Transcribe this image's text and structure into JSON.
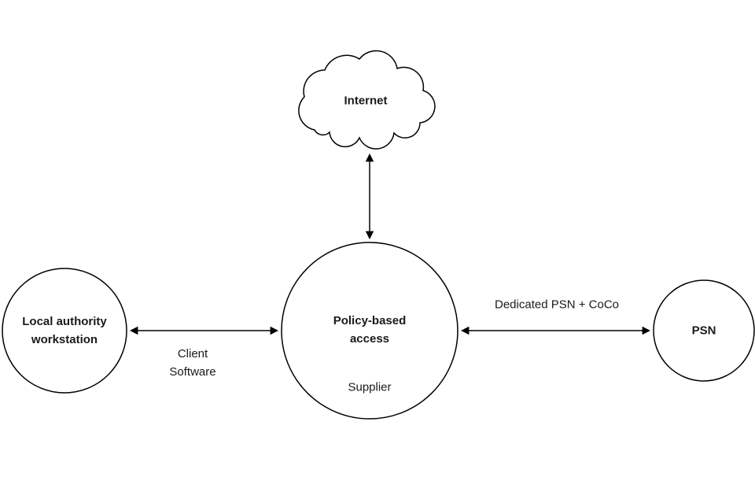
{
  "colors": {
    "stroke": "#000000",
    "text": "#1a1a1a",
    "background": "#ffffff"
  },
  "nodes": {
    "internet": {
      "shape": "cloud",
      "label": "Internet"
    },
    "local_authority_workstation": {
      "shape": "circle",
      "lines": [
        "Local authority",
        "workstation"
      ]
    },
    "policy_based_access": {
      "shape": "circle",
      "lines": [
        "Policy-based",
        "access"
      ],
      "sublabel": "Supplier"
    },
    "psn": {
      "shape": "circle",
      "label": "PSN"
    }
  },
  "edges": {
    "internet_policy": {
      "type": "double-arrow"
    },
    "workstation_policy": {
      "type": "double-arrow",
      "lines": [
        "Client",
        "Software"
      ]
    },
    "policy_psn": {
      "type": "double-arrow",
      "label": "Dedicated PSN + CoCo"
    }
  }
}
